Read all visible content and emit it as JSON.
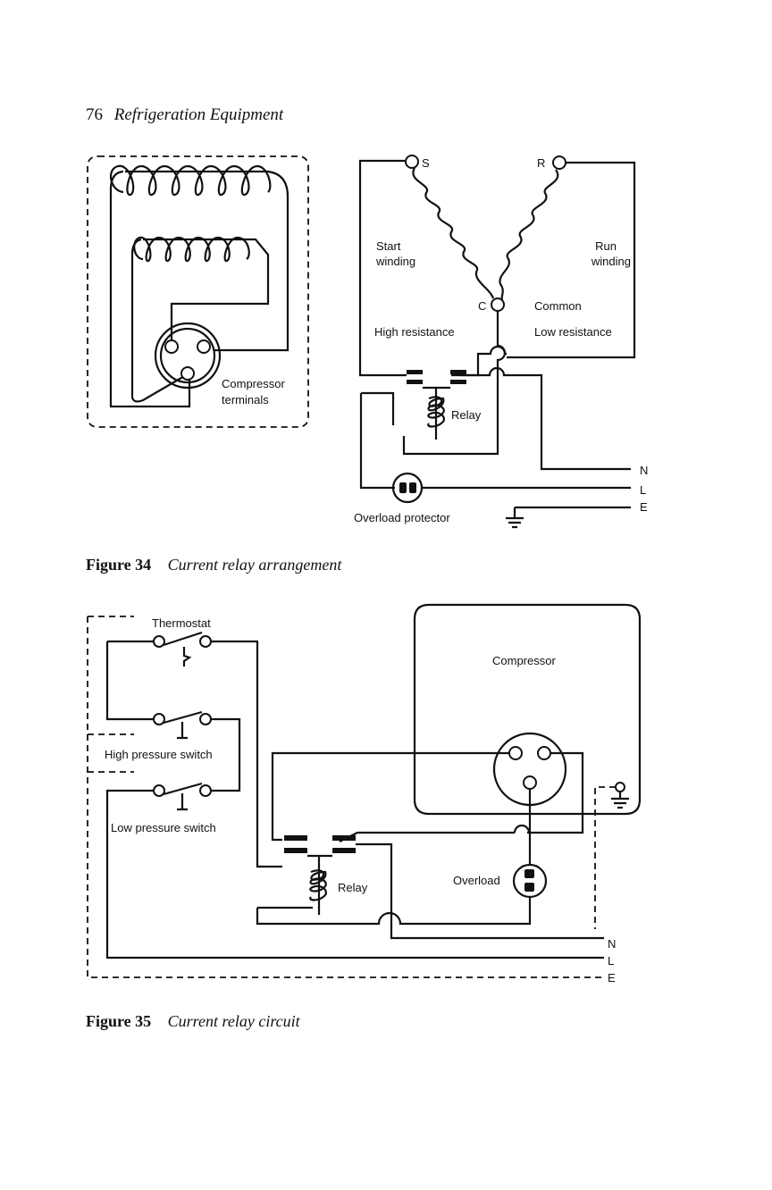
{
  "page": {
    "number": "76",
    "running_title": "Refrigeration Equipment"
  },
  "figure34": {
    "number": "Figure 34",
    "caption": "Current relay arrangement",
    "labels": {
      "compressor_terminals": [
        "Compressor",
        "terminals"
      ],
      "s": "S",
      "r": "R",
      "c": "C",
      "start_winding": [
        "Start",
        "winding"
      ],
      "run_winding": [
        "Run",
        "winding"
      ],
      "common": "Common",
      "high_resistance": "High resistance",
      "low_resistance": "Low resistance",
      "relay": "Relay",
      "overload_protector": "Overload protector",
      "n": "N",
      "l": "L",
      "e": "E"
    }
  },
  "figure35": {
    "number": "Figure 35",
    "caption": "Current relay circuit",
    "labels": {
      "thermostat": "Thermostat",
      "high_pressure_switch": "High pressure switch",
      "low_pressure_switch": "Low pressure switch",
      "compressor": "Compressor",
      "relay": "Relay",
      "overload": "Overload",
      "n": "N",
      "l": "L",
      "e": "E"
    }
  },
  "colors": {
    "ink": "#111111",
    "paper": "#ffffff"
  }
}
